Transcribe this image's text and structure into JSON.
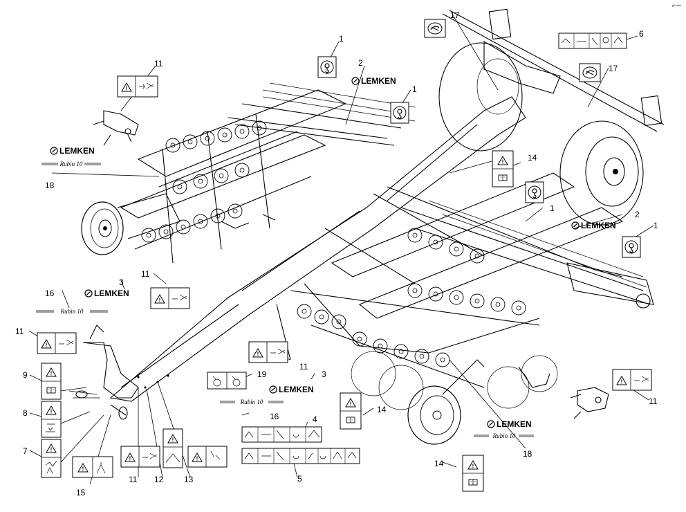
{
  "corner_mark": "e³ ══",
  "brand": "LEMKEN",
  "model": "Rubin 10",
  "icons": {
    "warning": "warning-triangle-icon",
    "manual": "operator-manual-icon",
    "lifting": "lifting-point-icon",
    "tire": "tire-pressure-icon",
    "pinch": "pinch-hazard-icon",
    "crush": "crush-hazard-icon",
    "voltage": "electric-hazard-icon"
  },
  "callouts": {
    "c1a": "1",
    "c1b": "1",
    "c1c": "1",
    "c1d": "1",
    "c2a": "2",
    "c2b": "2",
    "c3a": "3",
    "c3b": "3",
    "c4": "4",
    "c5": "5",
    "c6": "6",
    "c7": "7",
    "c8": "8",
    "c9": "9",
    "c11a": "11",
    "c11b": "11",
    "c11c": "11",
    "c11d": "11",
    "c11e": "11",
    "c11f": "11",
    "c12": "12",
    "c13": "13",
    "c14a": "14",
    "c14b": "14",
    "c14c": "14",
    "c15": "15",
    "c16a": "16",
    "c16b": "16",
    "c17a": "17",
    "c17b": "17",
    "c18a": "18",
    "c18b": "18",
    "c19": "19"
  }
}
